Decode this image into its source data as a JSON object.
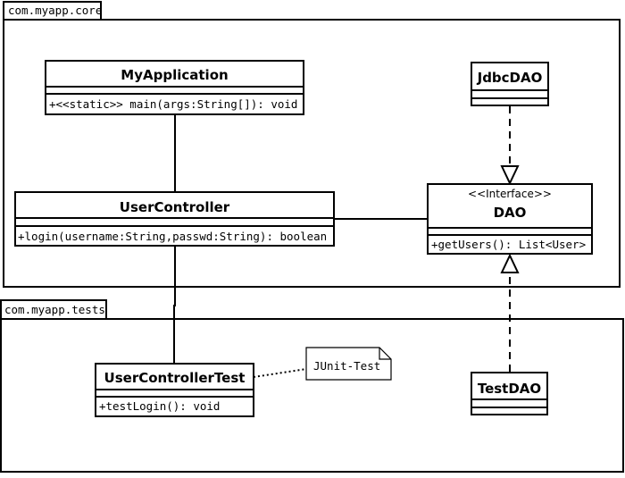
{
  "packages": {
    "core": {
      "label": "com.myapp.core"
    },
    "tests": {
      "label": "com.myapp.tests"
    }
  },
  "classes": {
    "my_application": {
      "name": "MyApplication",
      "operation": "+<<static>> main(args:String[]): void"
    },
    "user_controller": {
      "name": "UserController",
      "operation": "+login(username:String,passwd:String): boolean"
    },
    "dao": {
      "stereotype": "<<Interface>>",
      "name": "DAO",
      "operation": "+getUsers(): List<User>"
    },
    "jdbc_dao": {
      "name": "JdbcDAO"
    },
    "user_controller_test": {
      "name": "UserControllerTest",
      "operation": "+testLogin(): void"
    },
    "test_dao": {
      "name": "TestDAO"
    }
  },
  "note": {
    "text": "JUnit-Test"
  }
}
